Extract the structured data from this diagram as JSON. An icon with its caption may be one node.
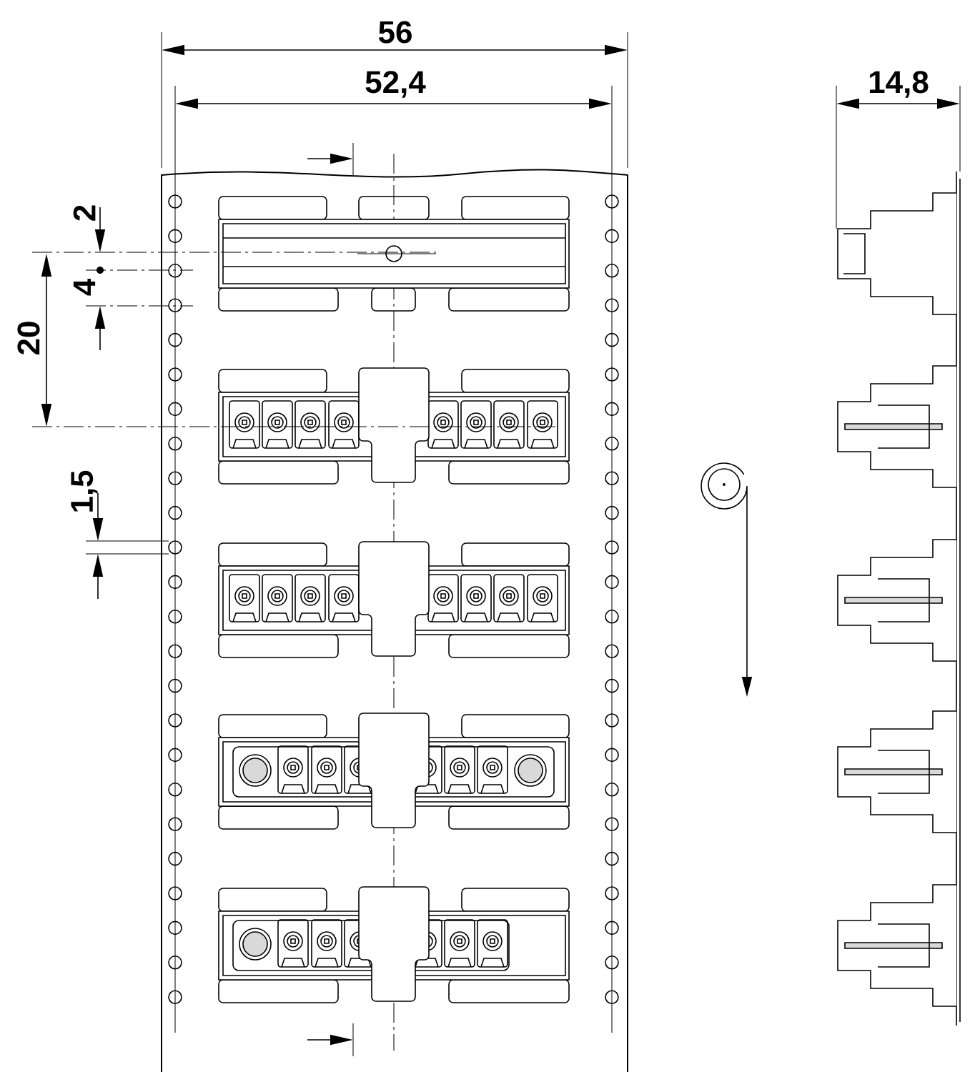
{
  "diagram": {
    "labels": [
      "56",
      "52,4",
      "14,8",
      "2",
      "4",
      "20",
      "1,5"
    ]
  }
}
